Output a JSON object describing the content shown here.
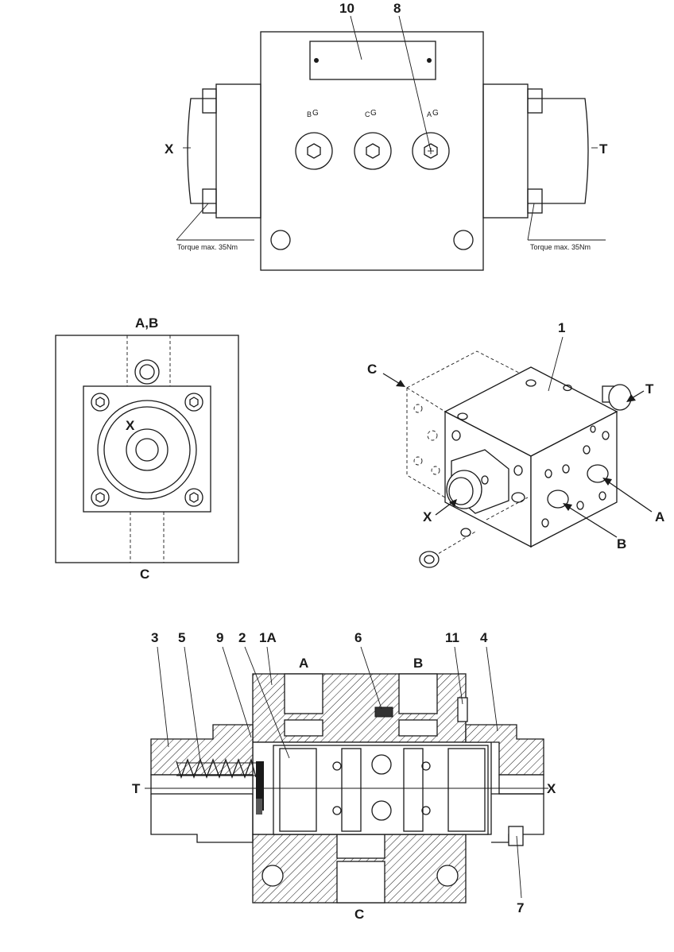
{
  "top_view": {
    "callout_10": "10",
    "callout_8": "8",
    "port_left": "X",
    "port_right": "T",
    "gauge_left_sub": "B",
    "gauge_mid_sub": "C",
    "gauge_right_sub": "A",
    "gauge_letter": "G",
    "torque_left": "Torque max. 35Nm",
    "torque_right": "Torque max. 35Nm"
  },
  "end_view": {
    "label_top": "A,B",
    "label_center": "X",
    "label_bottom": "C"
  },
  "iso_view": {
    "callout_1": "1",
    "label_c": "C",
    "label_t": "T",
    "label_x": "X",
    "label_a": "A",
    "label_b": "B"
  },
  "section_view": {
    "callout_3": "3",
    "callout_5": "5",
    "callout_9": "9",
    "callout_2": "2",
    "callout_1a": "1A",
    "port_a": "A",
    "callout_6": "6",
    "port_b": "B",
    "callout_11": "11",
    "callout_4": "4",
    "port_t": "T",
    "port_x": "X",
    "port_c": "C",
    "callout_7": "7"
  }
}
